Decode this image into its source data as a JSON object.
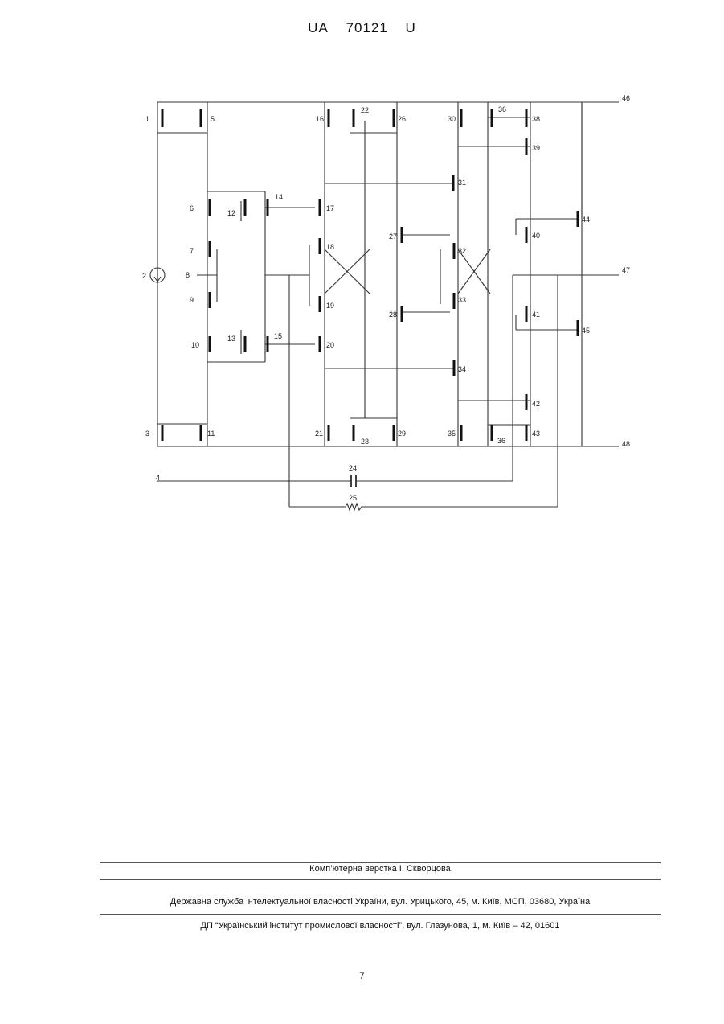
{
  "header": {
    "country": "UA",
    "number": "70121",
    "kind": "U"
  },
  "figure": {
    "transistors": [
      {
        "label": "1"
      },
      {
        "label": "5"
      },
      {
        "label": "16"
      },
      {
        "label": "22"
      },
      {
        "label": "26"
      },
      {
        "label": "30"
      },
      {
        "label": "36"
      },
      {
        "label": "38"
      },
      {
        "label": "39"
      },
      {
        "label": "6"
      },
      {
        "label": "12"
      },
      {
        "label": "14"
      },
      {
        "label": "17"
      },
      {
        "label": "31"
      },
      {
        "label": "7"
      },
      {
        "label": "18"
      },
      {
        "label": "27"
      },
      {
        "label": "32"
      },
      {
        "label": "40"
      },
      {
        "label": "44"
      },
      {
        "label": "8"
      },
      {
        "label": "9"
      },
      {
        "label": "19"
      },
      {
        "label": "33"
      },
      {
        "label": "28"
      },
      {
        "label": "41"
      },
      {
        "label": "45"
      },
      {
        "label": "10"
      },
      {
        "label": "13"
      },
      {
        "label": "15"
      },
      {
        "label": "20"
      },
      {
        "label": "34"
      },
      {
        "label": "42"
      },
      {
        "label": "3"
      },
      {
        "label": "11"
      },
      {
        "label": "21"
      },
      {
        "label": "23"
      },
      {
        "label": "29"
      },
      {
        "label": "35"
      },
      {
        "label": "36"
      },
      {
        "label": "43"
      }
    ],
    "current_source": "2",
    "terminals": [
      "46",
      "47",
      "48",
      "4"
    ],
    "capacitor": "24",
    "resistor": "25"
  },
  "footer": {
    "layout": "Комп’ютерна верстка І. Скворцова",
    "office": "Державна служба інтелектуальної власності України, вул. Урицького, 45, м. Київ, МСП, 03680, Україна",
    "institute": "ДП “Український інститут промислової власності”, вул. Глазунова, 1, м. Київ – 42, 01601",
    "page": "7"
  }
}
